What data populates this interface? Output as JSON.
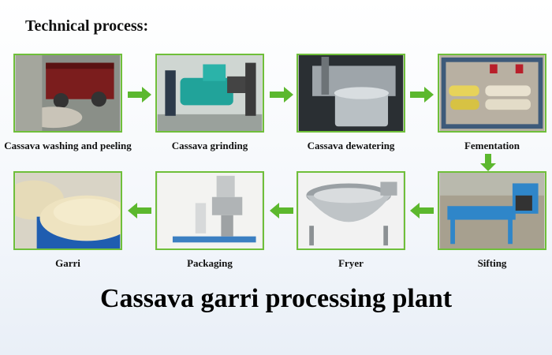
{
  "heading": "Technical process:",
  "steps": [
    {
      "label": "Cassava washing and peeling"
    },
    {
      "label": "Cassava grinding"
    },
    {
      "label": "Cassava dewatering"
    },
    {
      "label": "Fementation"
    },
    {
      "label": "Sifting"
    },
    {
      "label": "Fryer"
    },
    {
      "label": "Packaging"
    },
    {
      "label": "Garri"
    }
  ],
  "title": "Cassava garri processing plant",
  "colors": {
    "accent": "#5cb82e",
    "frame": "#6fbf3a"
  }
}
